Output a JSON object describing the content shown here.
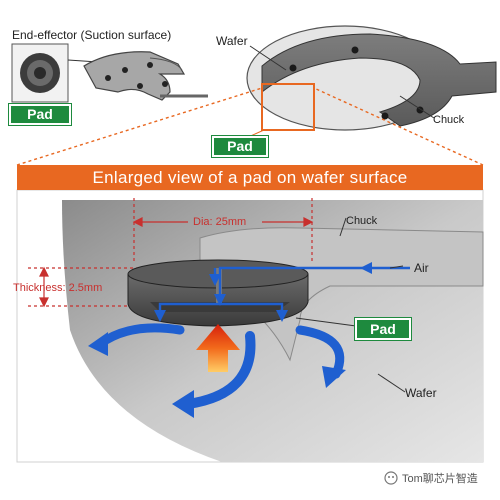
{
  "labels": {
    "end_effector": "End-effector (Suction surface)",
    "wafer_top": "Wafer",
    "chuck_top": "Chuck",
    "pad_1": "Pad",
    "pad_2": "Pad",
    "banner": "Enlarged view of a pad on wafer surface",
    "dia": "Dia: 25mm",
    "chuck_mid": "Chuck",
    "air": "Air",
    "thickness": "Thickness: 2.5mm",
    "pad_3": "Pad",
    "wafer_bottom": "Wafer",
    "watermark": "Tom聊芯片智造"
  },
  "colors": {
    "pad_green": "#1e8a3e",
    "banner_orange": "#e86821",
    "dimension_red": "#c8302e",
    "flow_blue": "#1f5fd0",
    "heat_red": "#e43a12"
  }
}
